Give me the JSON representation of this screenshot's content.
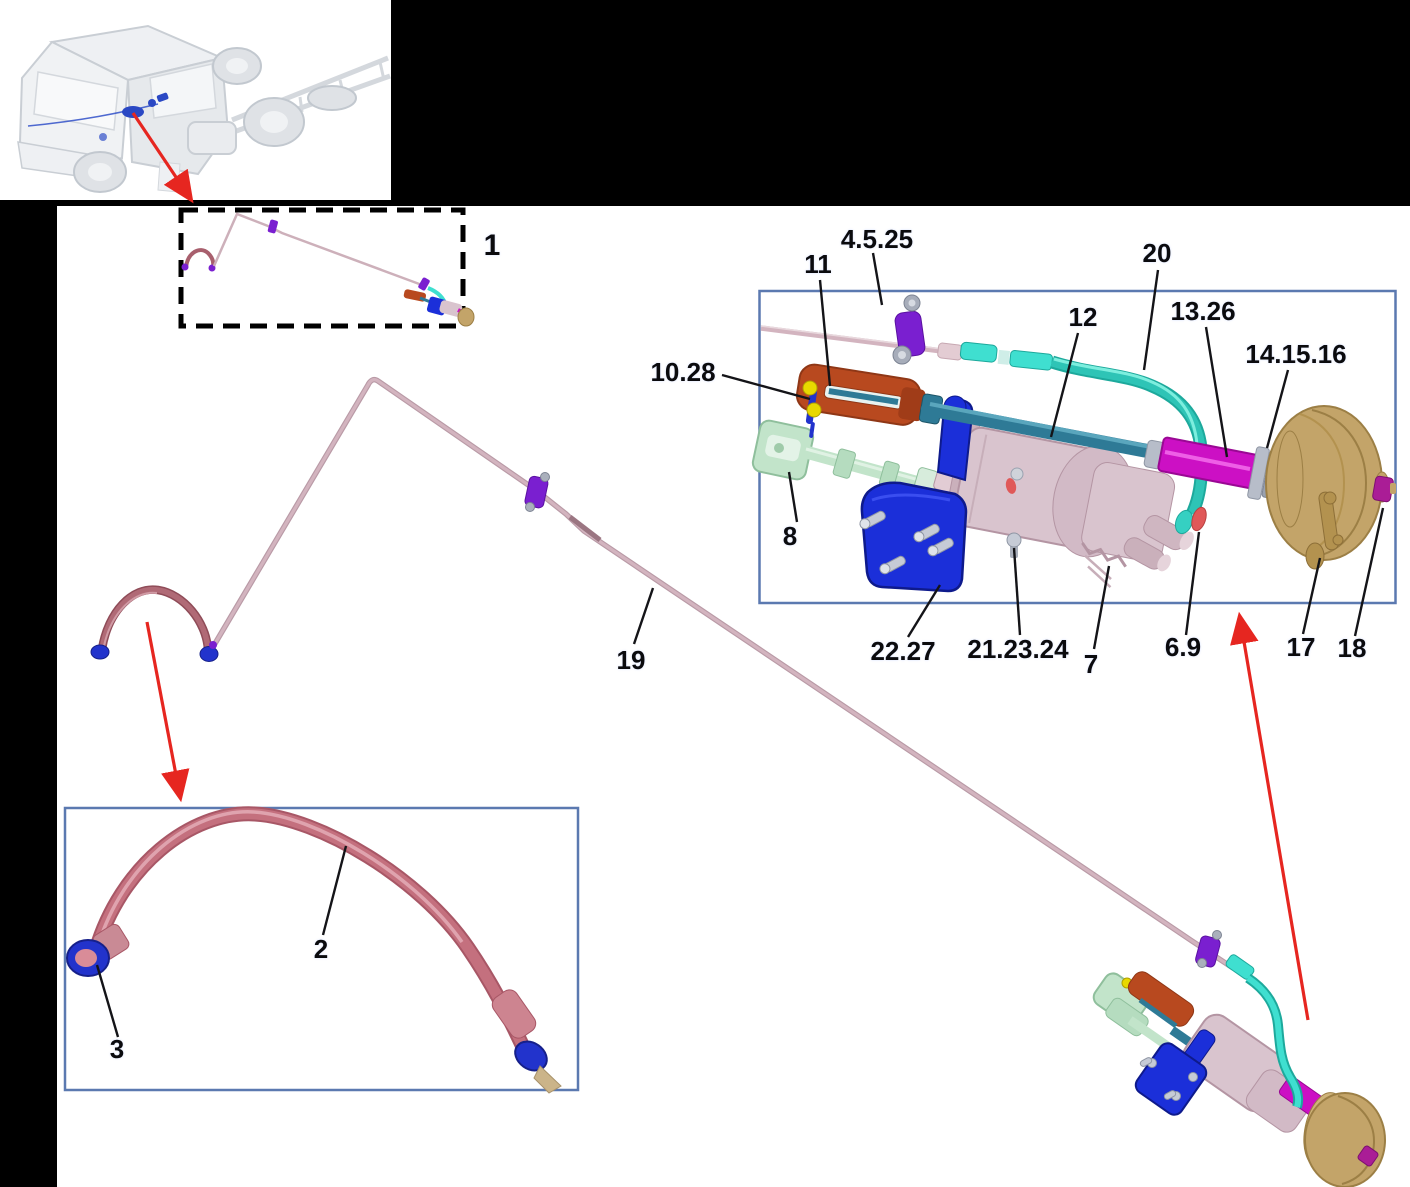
{
  "callouts": {
    "overview": "1",
    "flex_hose": "2",
    "hose_grommet": "3",
    "pipe_clamp": "4.5.25",
    "elbow": "6.9",
    "servo": "7",
    "clevis": "8",
    "pin": "10.28",
    "fork": "11",
    "pushrod": "12",
    "rod": "13.26",
    "washers": "14.15.16",
    "drum": "17",
    "plug": "18",
    "pipe": "19",
    "feed_hose": "20",
    "bolts": "21.23.24",
    "bracket": "22.27"
  },
  "colors": {
    "background": "#000000",
    "panel": "#ffffff",
    "box_border": "#5b79b0",
    "label_text": "#0b0b0e",
    "arrow_red": "#e62620",
    "pipe_pink": "#d3b4bf",
    "hose_rose": "#c4707e",
    "fitting_blue": "#2233cc",
    "clamp_purple": "#7a1fd0",
    "hose_cyan": "#2ec4b6",
    "pushrod_teal": "#2e7a96",
    "fork_orange": "#b8491f",
    "pin_yellow": "#e8d800",
    "rod_magenta": "#cc10c4",
    "washer_silver": "#b7bdc9",
    "washer_blue": "#2a6fe0",
    "drum_tan": "#c3a469",
    "servo_pink": "#d9c4ce",
    "bracket_blue": "#1b2fd9",
    "clevis_mint": "#c2e4ca",
    "elbow_red": "#e05858",
    "truck_gray": "#e9ebee"
  }
}
